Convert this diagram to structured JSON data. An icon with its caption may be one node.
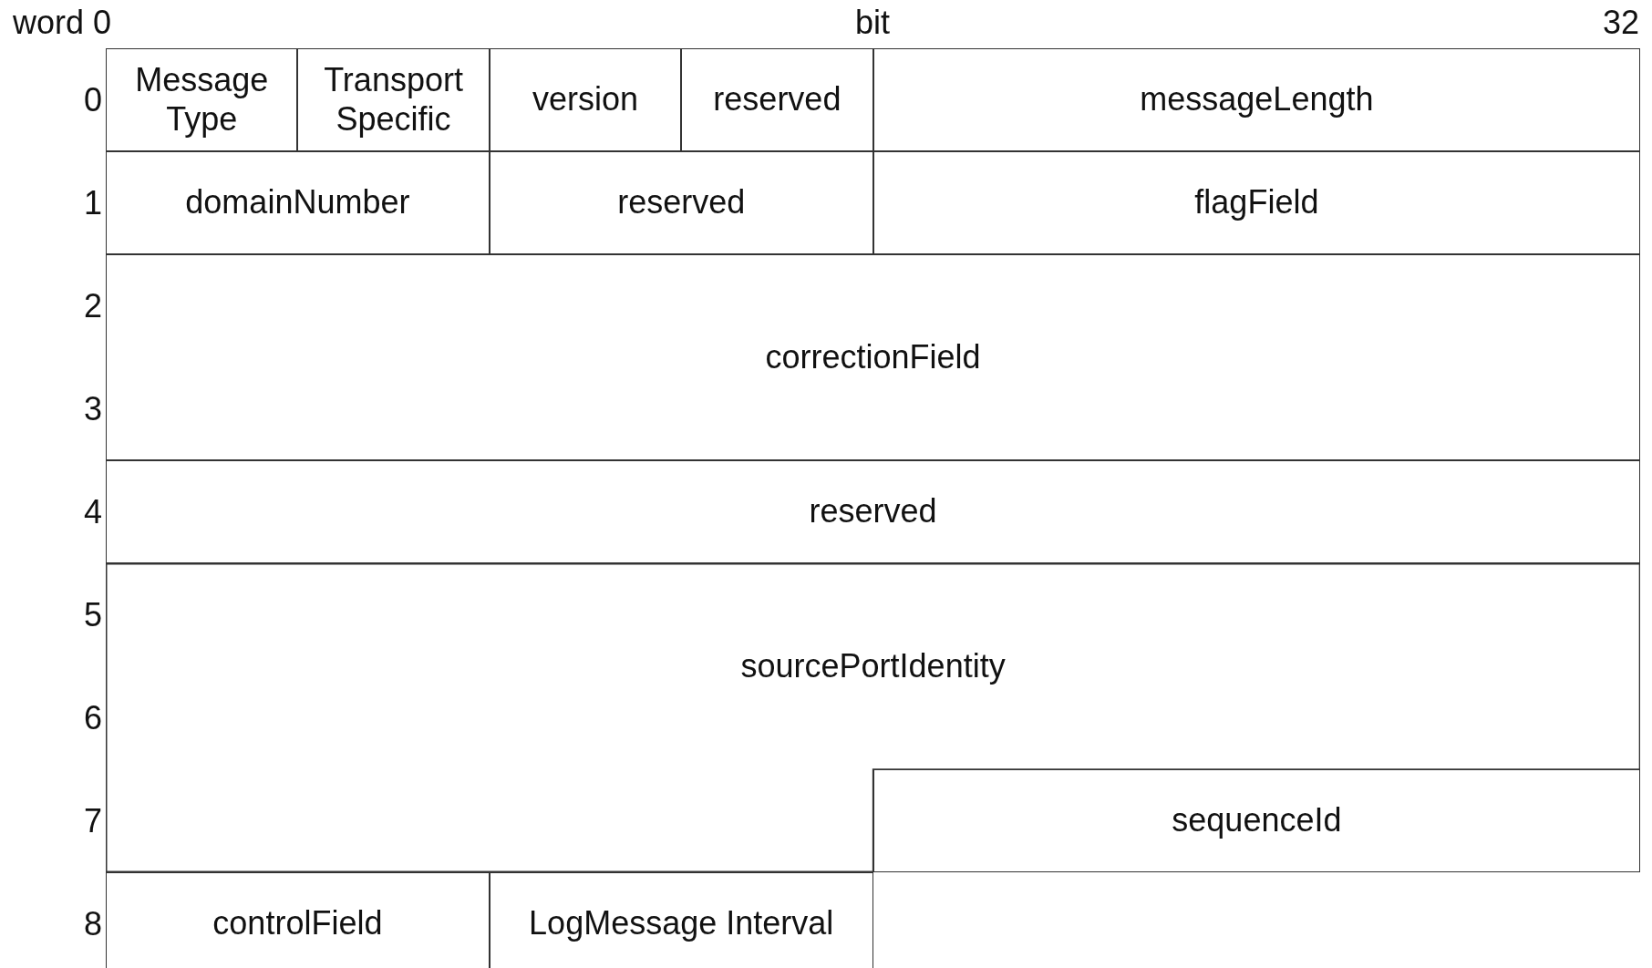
{
  "diagram": {
    "nodes": [
      {
        "text": [
          "Message Type"
        ]
      },
      {
        "text": [
          "Transport Specific"
        ]
      },
      {
        "text": [
          "version"
        ]
      },
      {
        "text": [
          "reserved"
        ]
      },
      {
        "text": [
          "messageLength"
        ]
      },
      {
        "text": [
          "domainNumber"
        ]
      },
      {
        "text": [
          "reserved"
        ]
      },
      {
        "text": [
          "flagField"
        ]
      },
      {
        "text": [
          "correctionField"
        ]
      },
      {
        "text": [
          "reserved"
        ]
      },
      {
        "text": [
          "sourcePortIdentity"
        ]
      },
      {
        "text": [
          "sequenceId"
        ]
      },
      {
        "text": [
          "controlField"
        ]
      },
      {
        "text": [
          "LogMessage Interval"
        ]
      }
    ],
    "edges": [],
    "labels": [
      "word",
      "0",
      "bit",
      "32",
      "0",
      "1",
      "2",
      "3",
      "4",
      "5",
      "6",
      "7",
      "8"
    ]
  }
}
